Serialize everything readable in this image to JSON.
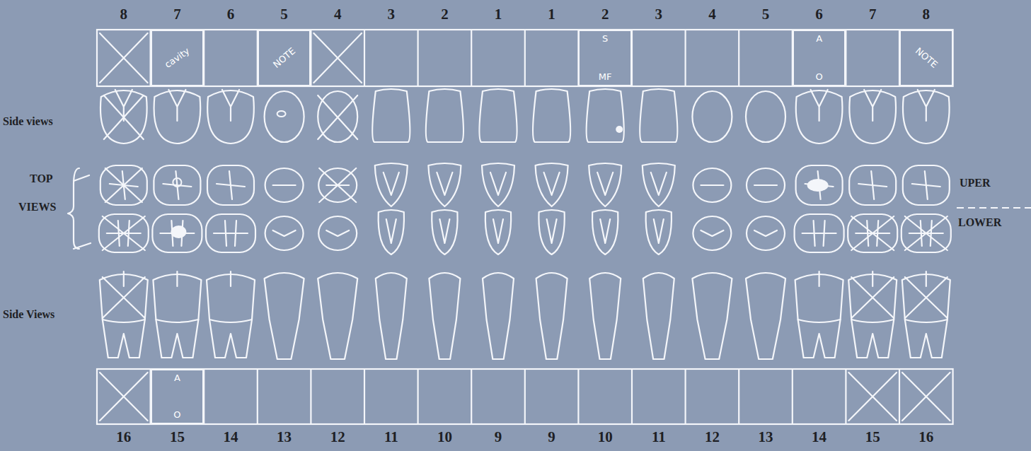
{
  "diagram": {
    "nodes": [
      {
        "text": [
          "cavity"
        ]
      },
      {
        "text": [
          "NOTE"
        ]
      },
      {
        "text": [
          "S",
          "MF"
        ]
      },
      {
        "text": [
          "A",
          "O"
        ]
      },
      {
        "text": [
          "NOTE"
        ]
      },
      {
        "text": [
          "A",
          "O"
        ]
      }
    ],
    "labels": [
      "8",
      "7",
      "6",
      "5",
      "4",
      "3",
      "2",
      "1",
      "1",
      "2",
      "3",
      "4",
      "5",
      "6",
      "7",
      "8",
      "Side views",
      "TOP",
      "VIEWS",
      "UPER",
      "LOWER",
      "Side Views",
      "16",
      "15",
      "14",
      "13",
      "12",
      "11",
      "10",
      "9",
      "9",
      "10",
      "11",
      "12",
      "13",
      "14",
      "15",
      "16"
    ]
  }
}
